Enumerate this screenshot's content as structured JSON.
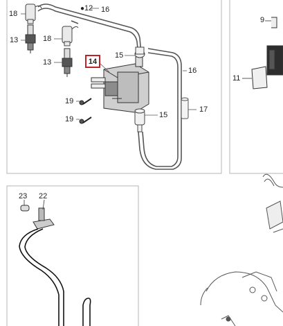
{
  "callouts": {
    "c18a": "18",
    "c12": "12",
    "c16a": "16",
    "c13a": "13",
    "c18b": "18",
    "c15a": "15",
    "c14": "14",
    "c16b": "16",
    "c13b": "13",
    "c19a": "19",
    "c19b": "19",
    "c15b": "15",
    "c17": "17",
    "c9": "9",
    "c11": "11",
    "c23": "23",
    "c22": "22"
  },
  "highlight_color": "#c0212b",
  "line_color": "#9a9a9a"
}
